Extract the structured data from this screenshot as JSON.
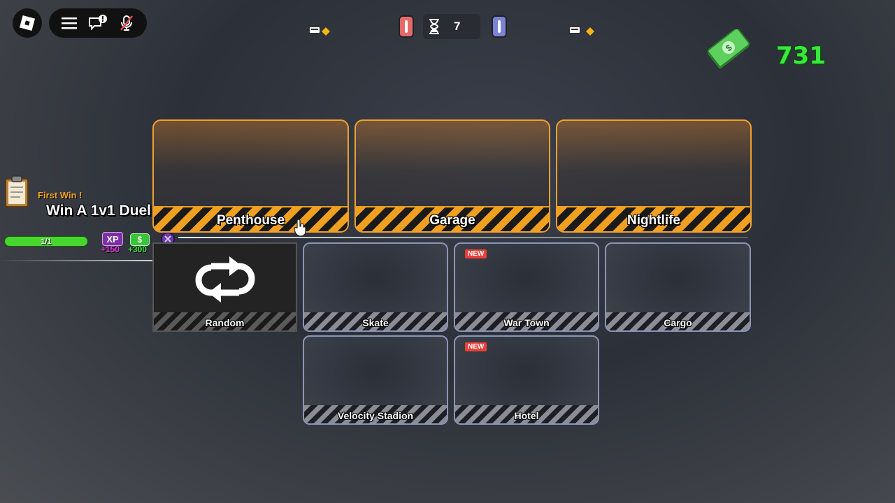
{
  "hud": {
    "timer_value": "7",
    "cash_amount": "731"
  },
  "quest": {
    "subtitle": "First Win !",
    "title": "Win A 1v1 Duel",
    "progress_text": "1/1",
    "progress": 1.0,
    "xp_label": "XP",
    "xp_reward": "+150",
    "cash_reward": "+300",
    "cash_icon_label": "$"
  },
  "maps_featured": [
    {
      "label": "Penthouse"
    },
    {
      "label": "Garage"
    },
    {
      "label": "Nightlife"
    }
  ],
  "maps": [
    {
      "label": "Random",
      "new": false
    },
    {
      "label": "Skate",
      "new": false
    },
    {
      "label": "War Town",
      "new": true,
      "badge": "NEW"
    },
    {
      "label": "Cargo",
      "new": false
    },
    {
      "label": "Velocity Stadion",
      "new": false
    },
    {
      "label": "Hotel",
      "new": true,
      "badge": "NEW"
    }
  ],
  "colors": {
    "featured_border": "#f0a030",
    "card_border": "#8d95b8",
    "cash_green": "#39e83a",
    "team_red": "#e46a6a",
    "team_blue": "#7b83d6"
  },
  "icons": [
    "roblox-logo-icon",
    "menu-icon",
    "chat-notification-icon",
    "mic-muted-icon",
    "hourglass-icon",
    "cash-bill-icon",
    "clipboard-icon",
    "random-swap-icon",
    "chat-badge-icon"
  ]
}
